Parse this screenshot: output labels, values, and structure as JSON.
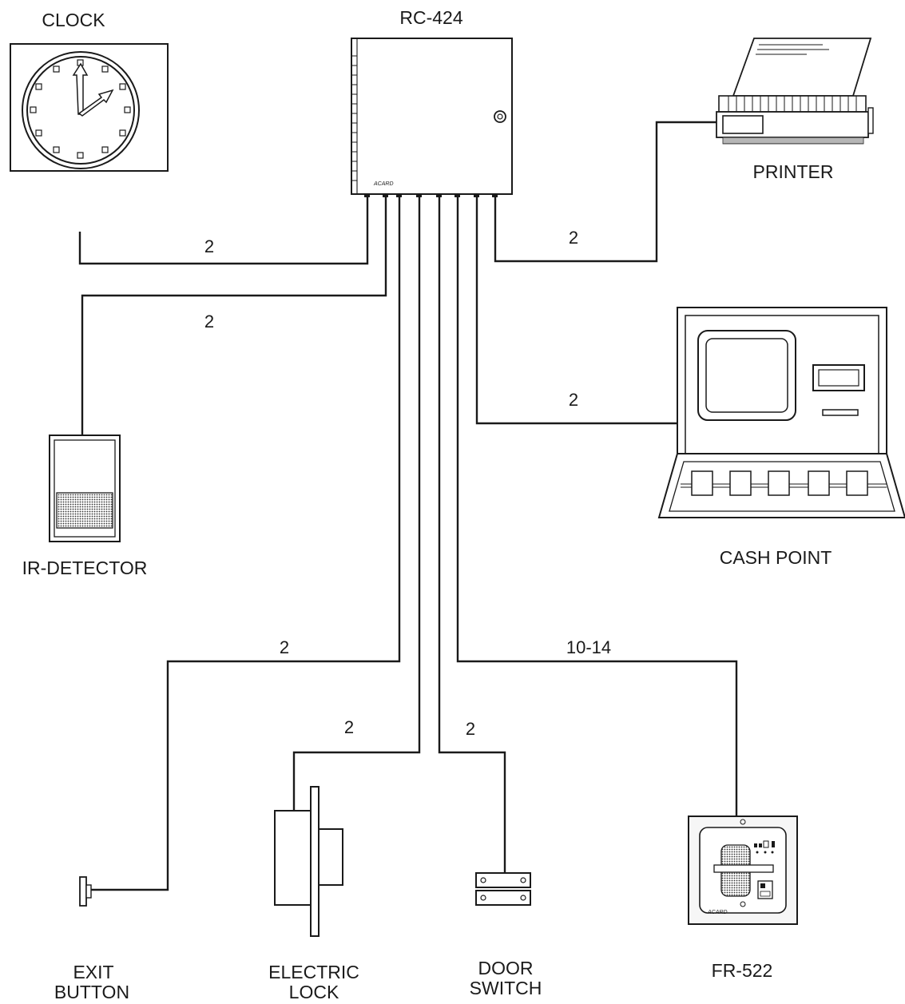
{
  "controller": {
    "label": "RC-424",
    "brand": "ACARD"
  },
  "devices": {
    "clock": {
      "label": "CLOCK",
      "wires": "2"
    },
    "ir_detector": {
      "label": "IR-DETECTOR",
      "wires": "2"
    },
    "printer": {
      "label": "PRINTER",
      "wires": "2"
    },
    "cash_point": {
      "label": "CASH POINT",
      "wires": "2"
    },
    "exit_button": {
      "label_line1": "EXIT",
      "label_line2": "BUTTON",
      "wires": "2"
    },
    "electric_lock": {
      "label_line1": "ELECTRIC",
      "label_line2": "LOCK",
      "wires": "2"
    },
    "door_switch": {
      "label_line1": "DOOR",
      "label_line2": "SWITCH",
      "wires": "2"
    },
    "fr522": {
      "label": "FR-522",
      "wires": "10-14",
      "brand": "ACARD"
    }
  }
}
